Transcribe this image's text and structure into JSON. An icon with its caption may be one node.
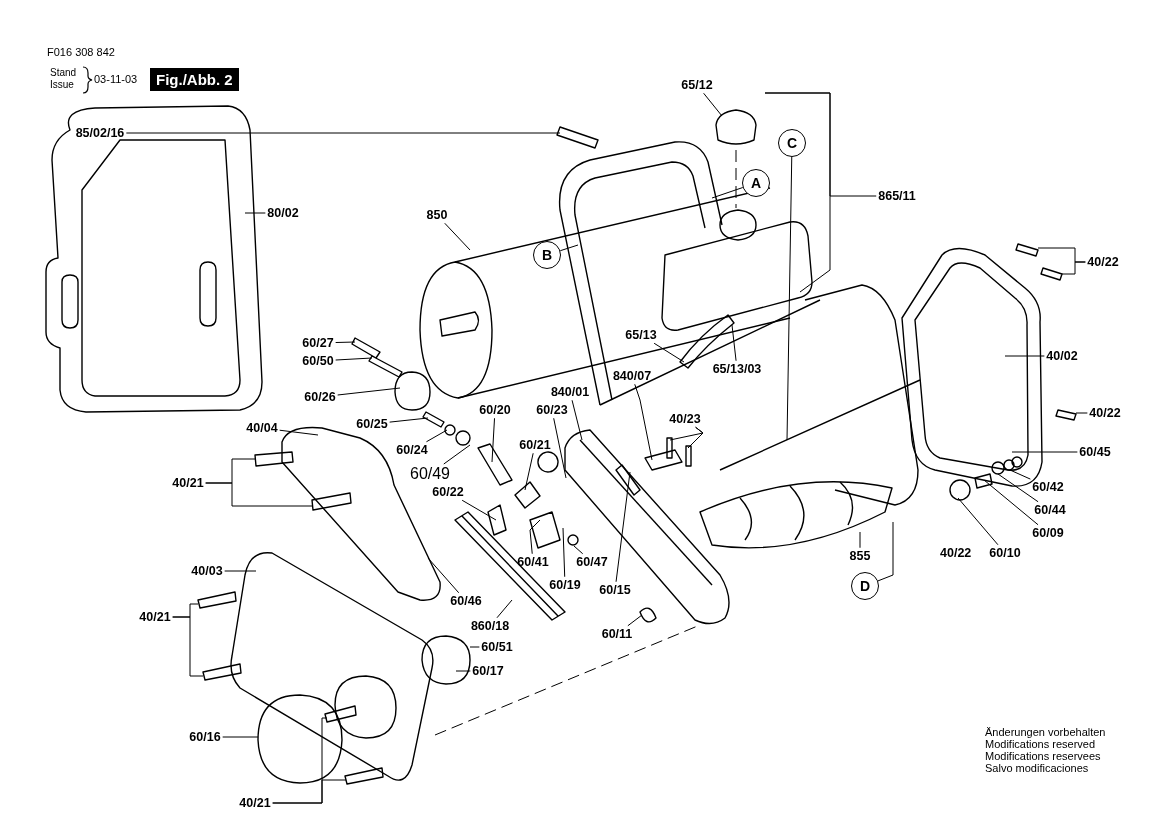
{
  "diagram": {
    "nodes": [
      {
        "text": [
          "80/02"
        ]
      },
      {
        "text": [
          "85/02/16"
        ]
      },
      {
        "text": [
          "65/12"
        ]
      },
      {
        "text": [
          "850"
        ]
      },
      {
        "text": [
          "A"
        ]
      },
      {
        "text": [
          "B"
        ]
      },
      {
        "text": [
          "C"
        ]
      },
      {
        "text": [
          "865/11"
        ]
      },
      {
        "text": [
          "40/22"
        ]
      },
      {
        "text": [
          "40/02"
        ]
      },
      {
        "text": [
          "40/22"
        ]
      },
      {
        "text": [
          "60/27"
        ]
      },
      {
        "text": [
          "60/50"
        ]
      },
      {
        "text": [
          "60/26"
        ]
      },
      {
        "text": [
          "60/25"
        ]
      },
      {
        "text": [
          "60/24"
        ]
      },
      {
        "text": [
          "60/49"
        ]
      },
      {
        "text": [
          "60/20"
        ]
      },
      {
        "text": [
          "60/23"
        ]
      },
      {
        "text": [
          "60/21"
        ]
      },
      {
        "text": [
          "60/22"
        ]
      },
      {
        "text": [
          "840/01"
        ]
      },
      {
        "text": [
          "840/07"
        ]
      },
      {
        "text": [
          "40/23"
        ]
      },
      {
        "text": [
          "65/13"
        ]
      },
      {
        "text": [
          "65/13/03"
        ]
      },
      {
        "text": [
          "40/04"
        ]
      },
      {
        "text": [
          "40/21"
        ]
      },
      {
        "text": [
          "40/03"
        ]
      },
      {
        "text": [
          "40/21"
        ]
      },
      {
        "text": [
          "60/16"
        ]
      },
      {
        "text": [
          "40/21"
        ]
      },
      {
        "text": [
          "60/46"
        ]
      },
      {
        "text": [
          "860/18"
        ]
      },
      {
        "text": [
          "60/51"
        ]
      },
      {
        "text": [
          "60/17"
        ]
      },
      {
        "text": [
          "60/41"
        ]
      },
      {
        "text": [
          "60/19"
        ]
      },
      {
        "text": [
          "60/47"
        ]
      },
      {
        "text": [
          "60/15"
        ]
      },
      {
        "text": [
          "60/11"
        ]
      },
      {
        "text": [
          "855"
        ]
      },
      {
        "text": [
          "D"
        ]
      },
      {
        "text": [
          "60/45"
        ]
      },
      {
        "text": [
          "60/42"
        ]
      },
      {
        "text": [
          "60/44"
        ]
      },
      {
        "text": [
          "60/09"
        ]
      },
      {
        "text": [
          "60/10"
        ]
      }
    ],
    "edges": [
      {
        "from": 0,
        "to": null,
        "arrow": "none"
      },
      {
        "from": 1,
        "to": null,
        "arrow": "none"
      },
      {
        "from": 2,
        "to": null,
        "arrow": "none"
      },
      {
        "from": 3,
        "to": null,
        "arrow": "none"
      },
      {
        "from": 4,
        "to": null,
        "arrow": "none"
      },
      {
        "from": 5,
        "to": null,
        "arrow": "none"
      },
      {
        "from": 6,
        "to": null,
        "arrow": "none"
      },
      {
        "from": 7,
        "to": null,
        "arrow": "none"
      },
      {
        "from": 8,
        "to": null,
        "arrow": "none"
      },
      {
        "from": 8,
        "to": null,
        "arrow": "none"
      },
      {
        "from": 9,
        "to": null,
        "arrow": "none"
      },
      {
        "from": 10,
        "to": null,
        "arrow": "none"
      },
      {
        "from": 11,
        "to": null,
        "arrow": "none"
      },
      {
        "from": 12,
        "to": null,
        "arrow": "none"
      },
      {
        "from": 13,
        "to": null,
        "arrow": "none"
      },
      {
        "from": 14,
        "to": null,
        "arrow": "none"
      },
      {
        "from": 15,
        "to": null,
        "arrow": "none"
      },
      {
        "from": 16,
        "to": null,
        "arrow": "none"
      },
      {
        "from": 17,
        "to": null,
        "arrow": "none"
      },
      {
        "from": 18,
        "to": null,
        "arrow": "none"
      },
      {
        "from": 19,
        "to": null,
        "arrow": "none"
      },
      {
        "from": 20,
        "to": null,
        "arrow": "none"
      },
      {
        "from": 21,
        "to": null,
        "arrow": "none"
      },
      {
        "from": 22,
        "to": null,
        "arrow": "none"
      },
      {
        "from": 23,
        "to": null,
        "arrow": "none"
      },
      {
        "from": 23,
        "to": null,
        "arrow": "none"
      },
      {
        "from": 24,
        "to": null,
        "arrow": "none"
      },
      {
        "from": 25,
        "to": null,
        "arrow": "none"
      },
      {
        "from": 26,
        "to": null,
        "arrow": "none"
      },
      {
        "from": 27,
        "to": null,
        "arrow": "none"
      },
      {
        "from": 27,
        "to": null,
        "arrow": "none"
      },
      {
        "from": 28,
        "to": null,
        "arrow": "none"
      },
      {
        "from": 29,
        "to": null,
        "arrow": "none"
      },
      {
        "from": 29,
        "to": null,
        "arrow": "none"
      },
      {
        "from": 30,
        "to": null,
        "arrow": "none"
      },
      {
        "from": 31,
        "to": null,
        "arrow": "none"
      },
      {
        "from": 31,
        "to": null,
        "arrow": "none"
      },
      {
        "from": 32,
        "to": null,
        "arrow": "none"
      },
      {
        "from": 33,
        "to": null,
        "arrow": "none"
      },
      {
        "from": 34,
        "to": null,
        "arrow": "none"
      },
      {
        "from": 35,
        "to": null,
        "arrow": "none"
      },
      {
        "from": 36,
        "to": null,
        "arrow": "none"
      },
      {
        "from": 37,
        "to": null,
        "arrow": "none"
      },
      {
        "from": 38,
        "to": null,
        "arrow": "none"
      },
      {
        "from": 39,
        "to": null,
        "arrow": "none"
      },
      {
        "from": 40,
        "to": null,
        "arrow": "none"
      },
      {
        "from": 41,
        "to": null,
        "arrow": "none"
      },
      {
        "from": 42,
        "to": null,
        "arrow": "none"
      },
      {
        "from": 43,
        "to": null,
        "arrow": "none"
      },
      {
        "from": 44,
        "to": null,
        "arrow": "none"
      },
      {
        "from": 45,
        "to": null,
        "arrow": "none"
      },
      {
        "from": 46,
        "to": null,
        "arrow": "none"
      },
      {
        "from": 47,
        "to": null,
        "arrow": "none"
      }
    ],
    "labels": [
      "F016 308 842",
      "Stand",
      "Issue",
      "03-11-03",
      "Fig./Abb. 2",
      "40/22",
      "Änderungen vorbehalten",
      "Modifications reserved",
      "Modifications reservees",
      "Salvo modificaciones"
    ]
  }
}
